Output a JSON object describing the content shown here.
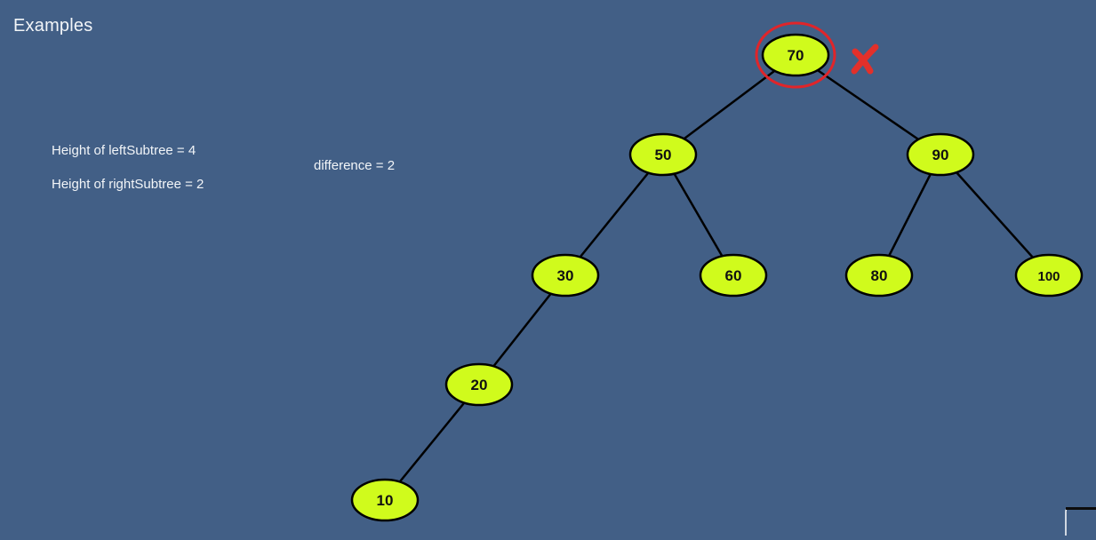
{
  "title": "Examples",
  "info": {
    "left_height": "Height of leftSubtree = 4",
    "right_height": "Height of rightSubtree = 2",
    "difference": "difference = 2"
  },
  "tree": {
    "nodes": [
      {
        "id": "n70",
        "label": "70",
        "highlighted": true
      },
      {
        "id": "n50",
        "label": "50"
      },
      {
        "id": "n90",
        "label": "90"
      },
      {
        "id": "n30",
        "label": "30"
      },
      {
        "id": "n60",
        "label": "60"
      },
      {
        "id": "n80",
        "label": "80"
      },
      {
        "id": "n100",
        "label": "100"
      },
      {
        "id": "n20",
        "label": "20"
      },
      {
        "id": "n10",
        "label": "10"
      }
    ],
    "edges": [
      [
        "n70",
        "n50"
      ],
      [
        "n70",
        "n90"
      ],
      [
        "n50",
        "n30"
      ],
      [
        "n50",
        "n60"
      ],
      [
        "n90",
        "n80"
      ],
      [
        "n90",
        "n100"
      ],
      [
        "n30",
        "n20"
      ],
      [
        "n20",
        "n10"
      ]
    ]
  },
  "colors": {
    "background": "#425f86",
    "node_fill": "#d0fb1c",
    "node_stroke": "#000000",
    "edge": "#000000",
    "highlight_ring": "#e0252a",
    "cross_mark": "#e3302a",
    "text": "#f2f5f8"
  },
  "icons": {
    "unbalanced_marker": "cross-mark-icon"
  }
}
